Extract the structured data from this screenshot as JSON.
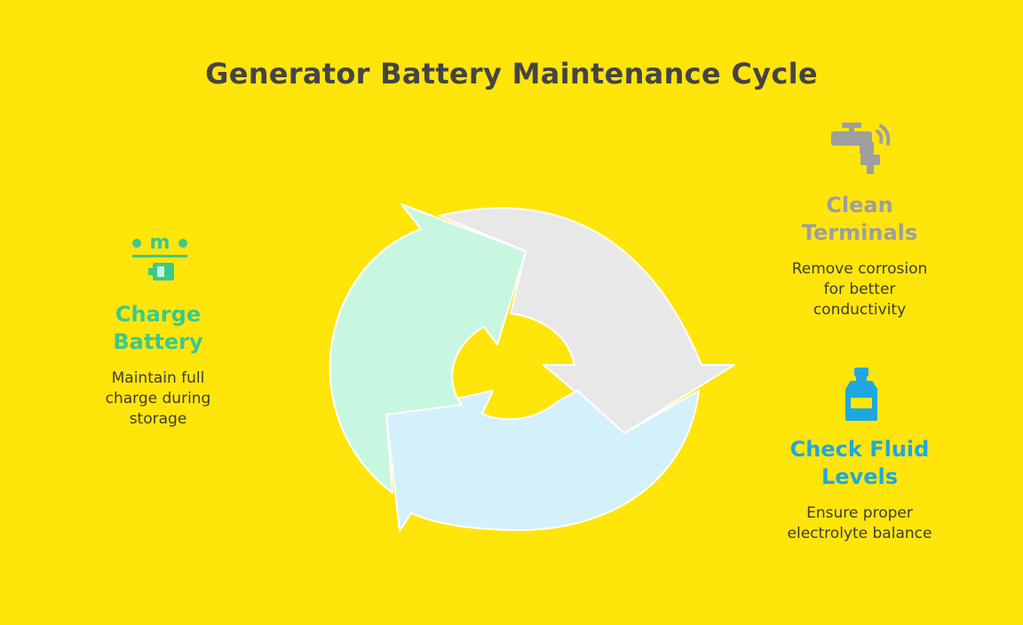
{
  "title": "Generator Battery Maintenance Cycle",
  "steps": [
    {
      "id": "charge-battery",
      "title": "Charge\nBattery",
      "description": "Maintain full\ncharge during\nstorage",
      "color": "#3CC98A",
      "segment_color": "#C8F7E1",
      "icon": "battery-charger-icon"
    },
    {
      "id": "clean-terminals",
      "title": "Clean\nTerminals",
      "description": "Remove corrosion\nfor better\nconductivity",
      "color": "#9E9E9E",
      "segment_color": "#E8E8E8",
      "icon": "faucet-icon"
    },
    {
      "id": "check-fluid-levels",
      "title": "Check Fluid\nLevels",
      "description": "Ensure proper\nelectrolyte balance",
      "color": "#1FA8E0",
      "segment_color": "#D4F0FA",
      "icon": "fluid-bottle-icon"
    }
  ]
}
